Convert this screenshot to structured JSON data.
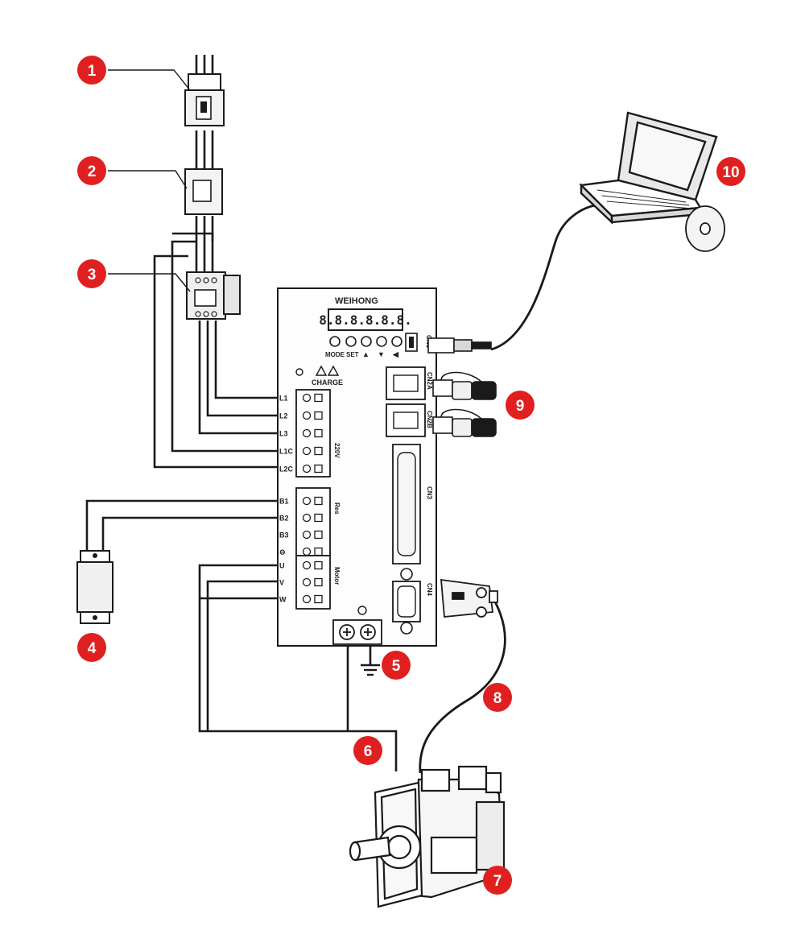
{
  "diagram": {
    "callouts": [
      "1",
      "2",
      "3",
      "4",
      "5",
      "6",
      "7",
      "8",
      "9",
      "10"
    ],
    "callout_color": "#e02020",
    "drive": {
      "brand": "WEIHONG",
      "display": "8.8.8.8.8.8.",
      "keys": [
        "MODE",
        "SET",
        "▲",
        "▼",
        "◀"
      ],
      "charge": "CHARGE",
      "power_terminals": [
        "L1",
        "L2",
        "L3",
        "L1C",
        "L2C"
      ],
      "voltage": "220V",
      "regen_terminals": [
        "B1",
        "B2",
        "B3",
        "⊖"
      ],
      "regen_label": "Res",
      "motor_terminals": [
        "U",
        "V",
        "W"
      ],
      "motor_label": "Motor",
      "ports": [
        "CN1",
        "CN2A",
        "CN2B",
        "CN3",
        "CN4"
      ]
    }
  }
}
